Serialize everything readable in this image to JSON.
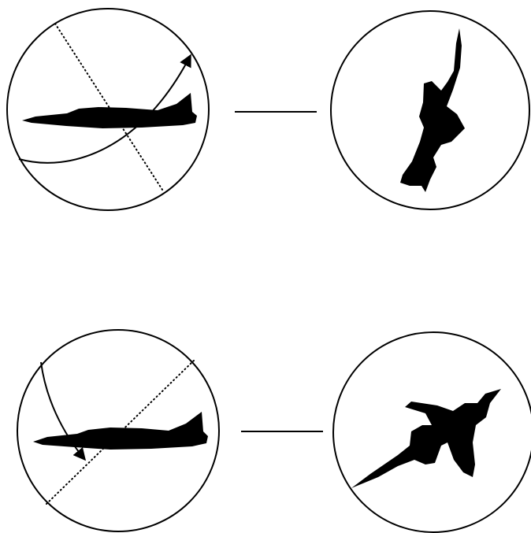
{
  "figure": {
    "panels": [
      {
        "before": {
          "aircraft": "jet-side-view",
          "rotation": "clockwise-roll",
          "axis": "dotted-diagonal"
        },
        "after": {
          "aircraft": "jet-rotated-view"
        }
      },
      {
        "before": {
          "aircraft": "jet-side-view",
          "rotation": "counterclockwise-roll",
          "axis": "dotted-diagonal"
        },
        "after": {
          "aircraft": "jet-rotated-view"
        }
      }
    ],
    "colors": {
      "ink": "#000000",
      "paper": "#ffffff"
    }
  }
}
